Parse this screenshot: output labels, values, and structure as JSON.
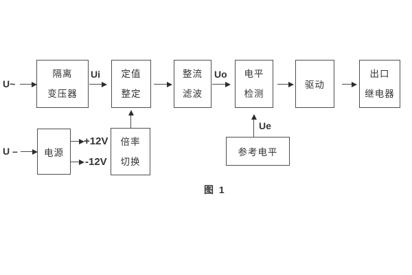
{
  "figure": {
    "caption": "图 1"
  },
  "inputs": {
    "ac": "U~",
    "dc": "U –"
  },
  "signals": {
    "ui": "Ui",
    "uo": "Uo",
    "ue": "Ue"
  },
  "power_outputs": {
    "pos": "+12V",
    "neg": "-12V"
  },
  "blocks": {
    "isolation": {
      "line1": "隔离",
      "line2": "变压器"
    },
    "setting": {
      "line1": "定值",
      "line2": "整定"
    },
    "rectify": {
      "line1": "整流",
      "line2": "滤波"
    },
    "level": {
      "line1": "电平",
      "line2": "检测"
    },
    "drive": {
      "label": "驱动"
    },
    "output_relay": {
      "line1": "出口",
      "line2": "继电器"
    },
    "power": {
      "label": "电源"
    },
    "ratio": {
      "line1": "倍率",
      "line2": "切换"
    },
    "reference": {
      "label": "参考电平"
    }
  },
  "colors": {
    "background": "#ffffff",
    "line": "#4a4a4a",
    "text": "#333333"
  }
}
